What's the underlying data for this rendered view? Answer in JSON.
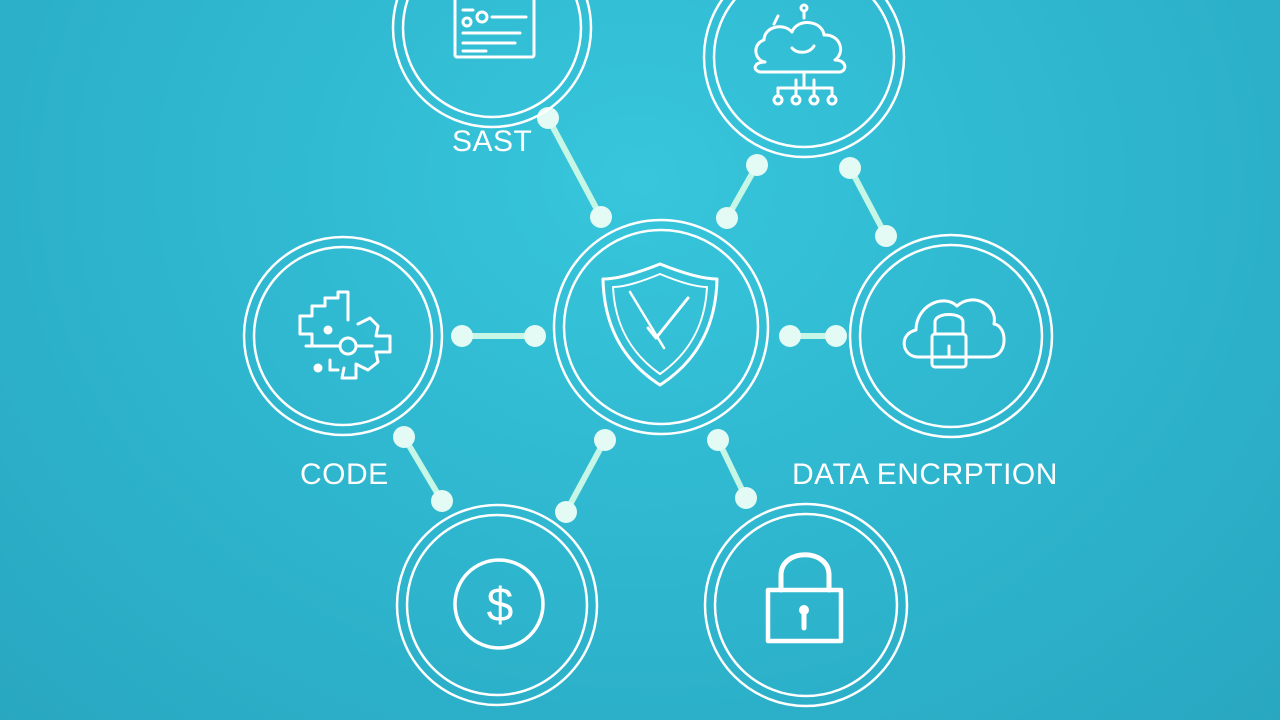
{
  "labels": {
    "sast": "SAST",
    "code": "CODE",
    "data_encryption": "DATA ENCRPTION"
  },
  "nodes": [
    {
      "id": "document",
      "icon": "document-icon"
    },
    {
      "id": "cloud-network",
      "icon": "cloud-network-icon"
    },
    {
      "id": "shield",
      "icon": "shield-check-icon"
    },
    {
      "id": "code",
      "icon": "circuit-gear-icon"
    },
    {
      "id": "cloud-lock",
      "icon": "cloud-lock-icon"
    },
    {
      "id": "dollar",
      "icon": "dollar-icon"
    },
    {
      "id": "padlock",
      "icon": "padlock-icon"
    }
  ],
  "colors": {
    "background": "#2fb8d0",
    "ring": "#ffffff",
    "connector": "#bff5e4",
    "connector_dot": "#e3fbf4",
    "label": "#ffffff"
  }
}
